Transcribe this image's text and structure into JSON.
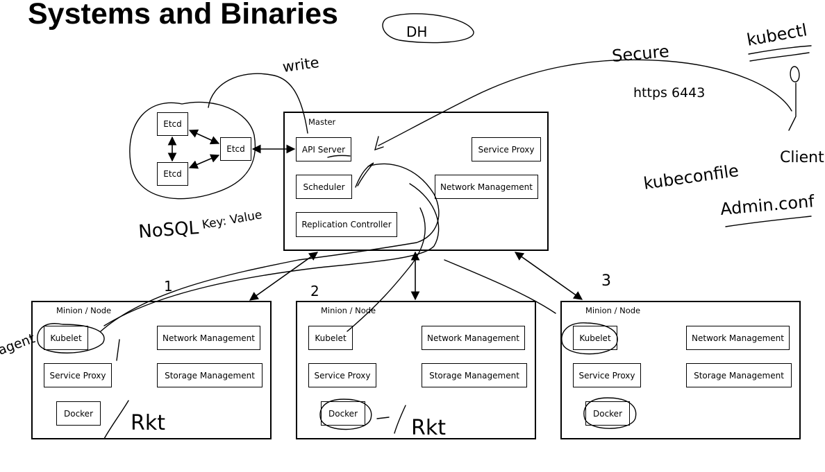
{
  "title": "Systems and Binaries",
  "etcd": {
    "top": "Etcd",
    "bottom": "Etcd",
    "center": "Etcd"
  },
  "master": {
    "label": "Master",
    "api_server": "API Server",
    "service_proxy": "Service Proxy",
    "scheduler": "Scheduler",
    "network_management": "Network Management",
    "replication_controller": "Replication Controller"
  },
  "nodes": [
    {
      "label": "Minion / Node",
      "kubelet": "Kubelet",
      "network_management": "Network Management",
      "service_proxy": "Service Proxy",
      "storage_management": "Storage Management",
      "docker": "Docker"
    },
    {
      "label": "Minion / Node",
      "kubelet": "Kubelet",
      "network_management": "Network Management",
      "service_proxy": "Service Proxy",
      "storage_management": "Storage Management",
      "docker": "Docker"
    },
    {
      "label": "Minion / Node",
      "kubelet": "Kubelet",
      "network_management": "Network Management",
      "service_proxy": "Service Proxy",
      "storage_management": "Storage Management",
      "docker": "Docker"
    }
  ],
  "annotations": {
    "dh": "DH",
    "write": "write",
    "secure": "Secure",
    "https": "https 6443",
    "kubectl": "kubectl",
    "client": "Client",
    "kubeconfile": "kubeconfile",
    "admin_conf": "Admin.conf",
    "nosql": "NoSQL",
    "key_value": "Key: Value",
    "num1": "1",
    "num2": "2",
    "num3": "3",
    "agent": "agent",
    "rkt1": "Rkt",
    "rkt2": "Rkt"
  }
}
